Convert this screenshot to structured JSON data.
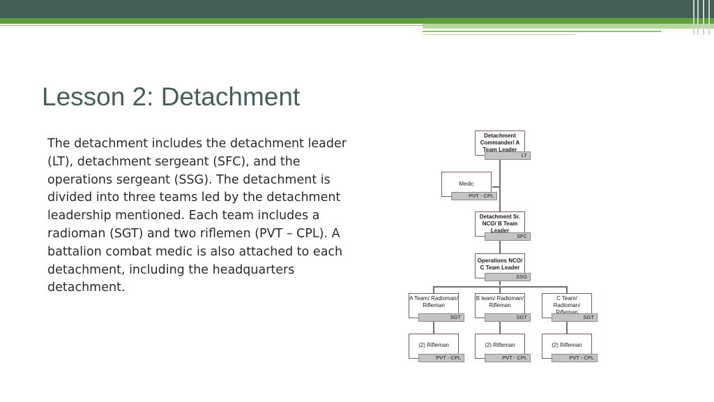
{
  "slide": {
    "title": "Lesson 2: Detachment",
    "body": "The detachment includes the detachment leader (LT), detachment sergeant (SFC), and the operations sergeant (SSG). The detachment is divided into three teams led by the detachment leadership mentioned. Each team includes a radioman (SGT) and two riflemen (PVT – CPL). A battalion combat medic is also attached to each detachment, including the headquarters detachment."
  },
  "colors": {
    "header_dark": "#455f54",
    "header_green": "#5fa03a",
    "title_color": "#455f54"
  },
  "org_chart": {
    "commander": {
      "label": "Detachment Commander/ A Team Leader",
      "rank": "LT"
    },
    "medic": {
      "label": "Medic",
      "rank": "PVT - CPL"
    },
    "senior_nco": {
      "label": "Detachment Sr. NCO/ B Team Leader",
      "rank": "SFC"
    },
    "operations_nco": {
      "label": "Operations NCO/ C Team Leader",
      "rank": "SSG"
    },
    "team_radiomen": [
      {
        "label": "A Team/ Radioman/ Rifleman",
        "rank": "SGT"
      },
      {
        "label": "B team/ Radioman/ Rifleman",
        "rank": "SGT"
      },
      {
        "label": "C Team/ Radioman/ Rifleman",
        "rank": "SGT"
      }
    ],
    "riflemen": [
      {
        "label": "(2) Rifleman",
        "rank": "PVT - CPL"
      },
      {
        "label": "(2) Rifleman",
        "rank": "PVT - CPL"
      },
      {
        "label": "(2) Rifleman",
        "rank": "PVT - CPL"
      }
    ]
  }
}
